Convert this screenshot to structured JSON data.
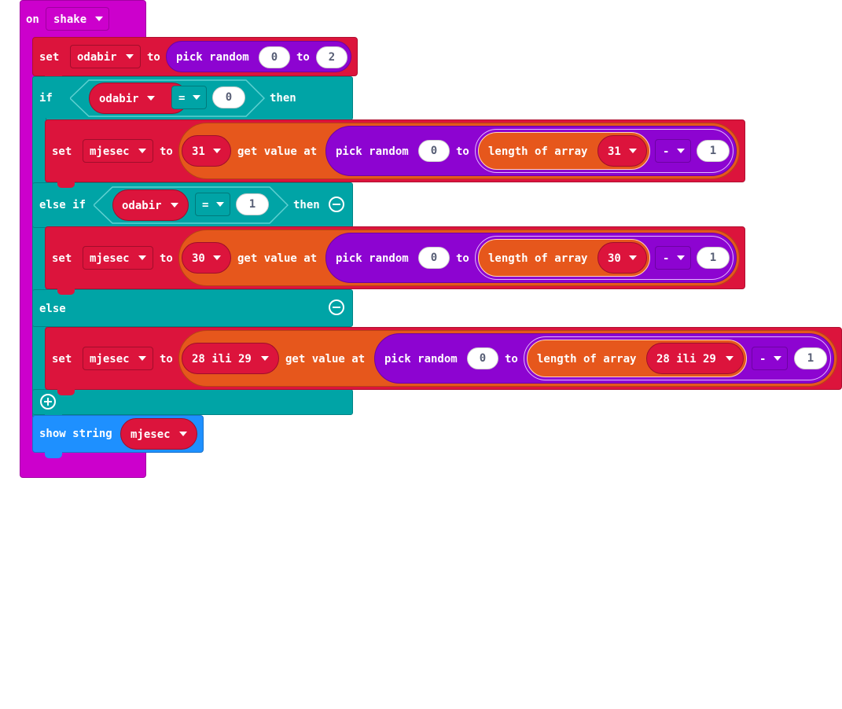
{
  "event": {
    "prefix": "on",
    "gesture": "shake"
  },
  "set_odabir": {
    "set": "set",
    "var": "odabir",
    "to": "to",
    "pick_random": "pick random",
    "min": "0",
    "to2": "to",
    "max": "2"
  },
  "if_block": {
    "if": "if",
    "var": "odabir",
    "op": "=",
    "value": "0",
    "then": "then",
    "elseif": "else if",
    "elseif_var": "odabir",
    "elseif_op": "=",
    "elseif_value": "1",
    "elseif_then": "then",
    "else": "else"
  },
  "set_rows": [
    {
      "set": "set",
      "var": "mjesec",
      "to": "to",
      "array": "31",
      "get_value_at": "get value at",
      "pick_random": "pick random",
      "min": "0",
      "to2": "to",
      "length_of_array": "length of array",
      "len_array": "31",
      "minus": "-",
      "sub": "1"
    },
    {
      "set": "set",
      "var": "mjesec",
      "to": "to",
      "array": "30",
      "get_value_at": "get value at",
      "pick_random": "pick random",
      "min": "0",
      "to2": "to",
      "length_of_array": "length of array",
      "len_array": "30",
      "minus": "-",
      "sub": "1"
    },
    {
      "set": "set",
      "var": "mjesec",
      "to": "to",
      "array": "28 ili 29",
      "get_value_at": "get value at",
      "pick_random": "pick random",
      "min": "0",
      "to2": "to",
      "length_of_array": "length of array",
      "len_array": "28 ili 29",
      "minus": "-",
      "sub": "1"
    }
  ],
  "show": {
    "label": "show string",
    "var": "mjesec"
  },
  "colors": {
    "event": "#cc00cc",
    "variables": "#dc143c",
    "logic": "#00a4a6",
    "math": "#8d04d1",
    "arrays": "#e6571c",
    "basic": "#1e90ff"
  }
}
